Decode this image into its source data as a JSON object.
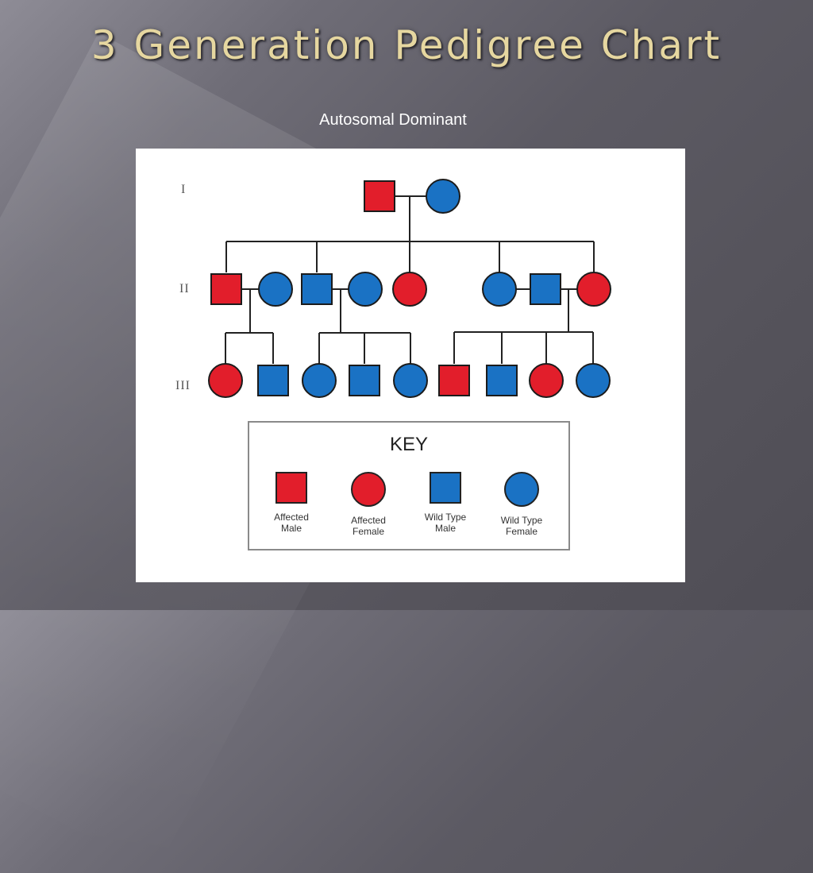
{
  "slide": {
    "title": "3 Generation Pedigree Chart",
    "subtitle": "Autosomal Dominant"
  },
  "colors": {
    "affected": "#e21e2b",
    "wild_type": "#1a72c4",
    "outline": "#1b1b1b",
    "line": "#222222"
  },
  "pedigree": {
    "generations": [
      {
        "label": "I",
        "individuals": [
          {
            "id": "I-1",
            "sex": "male",
            "status": "affected"
          },
          {
            "id": "I-2",
            "sex": "female",
            "status": "wild_type"
          }
        ]
      },
      {
        "label": "II",
        "individuals": [
          {
            "id": "II-1",
            "sex": "male",
            "status": "affected"
          },
          {
            "id": "II-2",
            "sex": "female",
            "status": "wild_type",
            "married_in": true
          },
          {
            "id": "II-3",
            "sex": "male",
            "status": "wild_type"
          },
          {
            "id": "II-4",
            "sex": "female",
            "status": "wild_type",
            "married_in": true
          },
          {
            "id": "II-5",
            "sex": "female",
            "status": "affected"
          },
          {
            "id": "II-6",
            "sex": "female",
            "status": "wild_type"
          },
          {
            "id": "II-7",
            "sex": "male",
            "status": "wild_type",
            "married_in": true
          },
          {
            "id": "II-8",
            "sex": "female",
            "status": "affected"
          }
        ]
      },
      {
        "label": "III",
        "individuals": [
          {
            "id": "III-1",
            "sex": "female",
            "status": "affected",
            "parents": "II-1 x II-2"
          },
          {
            "id": "III-2",
            "sex": "male",
            "status": "wild_type",
            "parents": "II-1 x II-2"
          },
          {
            "id": "III-3",
            "sex": "female",
            "status": "wild_type",
            "parents": "II-3 x II-4"
          },
          {
            "id": "III-4",
            "sex": "male",
            "status": "wild_type",
            "parents": "II-3 x II-4"
          },
          {
            "id": "III-5",
            "sex": "female",
            "status": "wild_type",
            "parents": "II-3 x II-4"
          },
          {
            "id": "III-6",
            "sex": "male",
            "status": "affected",
            "parents": "II-7 x II-8"
          },
          {
            "id": "III-7",
            "sex": "male",
            "status": "wild_type",
            "parents": "II-7 x II-8"
          },
          {
            "id": "III-8",
            "sex": "female",
            "status": "affected",
            "parents": "II-7 x II-8"
          },
          {
            "id": "III-9",
            "sex": "female",
            "status": "wild_type",
            "parents": "II-7 x II-8"
          }
        ]
      }
    ]
  },
  "key": {
    "title": "KEY",
    "items": [
      {
        "label": "Affected\nMale",
        "sex": "male",
        "status": "affected"
      },
      {
        "label": "Affected\nFemale",
        "sex": "female",
        "status": "affected"
      },
      {
        "label": "Wild Type\nMale",
        "sex": "male",
        "status": "wild_type"
      },
      {
        "label": "Wild Type\nFemale",
        "sex": "female",
        "status": "wild_type"
      }
    ]
  }
}
